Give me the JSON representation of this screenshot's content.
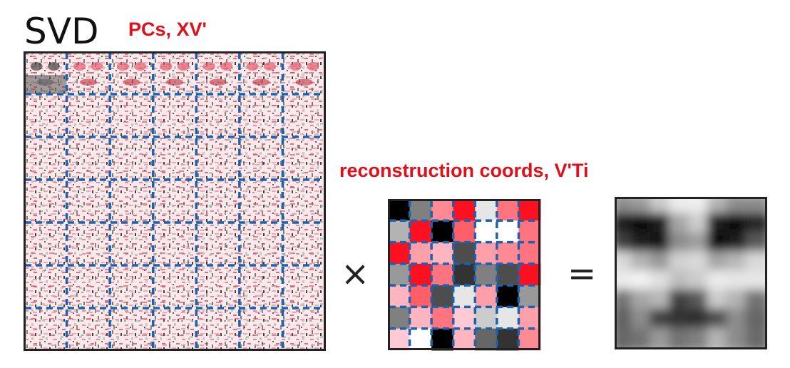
{
  "title": "SVD",
  "pcs_label": "PCs, XV'",
  "coords_label": "reconstruction coords, V'Ti",
  "times_symbol": "×",
  "equals_symbol": "=",
  "grid": {
    "rows": 7,
    "cols": 7
  },
  "colors": {
    "accent_red": "#e0101a",
    "grid_dash_blue": "#1a63b0",
    "frame": "#222222"
  },
  "coords_matrix": [
    [
      "k",
      "g5",
      "r5",
      "r",
      "g9",
      "r4",
      "r"
    ],
    [
      "g7",
      "r",
      "k",
      "r3",
      "w",
      "w",
      "r4"
    ],
    [
      "r",
      "r6",
      "r7",
      "g3",
      "r6",
      "r5",
      "r4"
    ],
    [
      "g6",
      "r",
      "r4",
      "g2",
      "g5",
      "g3",
      "r"
    ],
    [
      "r7",
      "r3",
      "g3",
      "g9",
      "r6",
      "k",
      "g6"
    ],
    [
      "g5",
      "r7",
      "r4",
      "r8",
      "g8",
      "g9",
      "r6"
    ],
    [
      "r8",
      "w",
      "k",
      "r7",
      "g4",
      "g2",
      "r5"
    ]
  ],
  "reconstructed_face": [
    [
      0.55,
      0.6,
      0.78,
      0.92,
      0.93,
      0.7,
      0.55,
      0.55
    ],
    [
      0.12,
      0.05,
      0.1,
      0.65,
      0.8,
      0.1,
      0.05,
      0.15
    ],
    [
      0.25,
      0.1,
      0.08,
      0.55,
      0.62,
      0.05,
      0.12,
      0.35
    ],
    [
      0.85,
      0.7,
      0.6,
      0.82,
      0.85,
      0.65,
      0.72,
      0.85
    ],
    [
      0.92,
      0.95,
      0.88,
      0.75,
      0.8,
      0.92,
      0.9,
      0.9
    ],
    [
      0.45,
      0.65,
      0.72,
      0.25,
      0.35,
      0.8,
      0.7,
      0.45
    ],
    [
      0.38,
      0.55,
      0.25,
      0.2,
      0.18,
      0.3,
      0.55,
      0.4
    ],
    [
      0.4,
      0.45,
      0.6,
      0.45,
      0.5,
      0.7,
      0.55,
      0.42
    ]
  ]
}
